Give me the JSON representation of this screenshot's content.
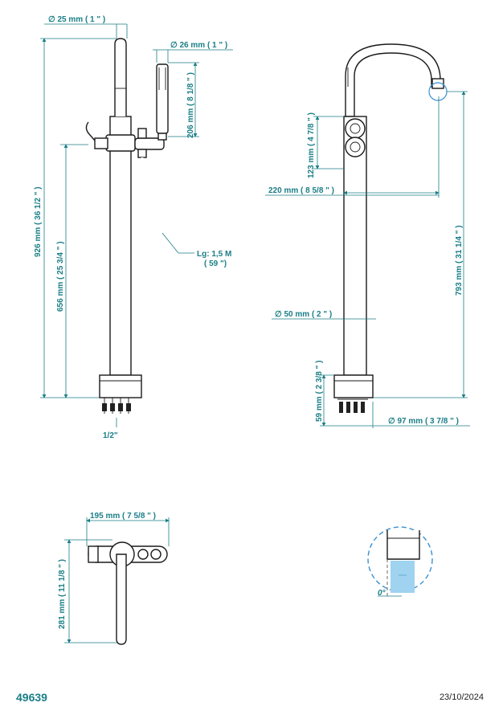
{
  "front_view": {
    "dia_top": "∅  25 mm  ( 1 \" )",
    "dia_shower": "∅  26 mm  ( 1 \" )",
    "height_total": "926 mm  ( 36 1/2 \" )",
    "height_spout": "656 mm  ( 25 3/4 \" )",
    "handshower_len": "206 mm  ( 8 1/8 \" )",
    "hose_len_1": "Lg: 1,5 M",
    "hose_len_2": "( 59 \")",
    "inlet": "1/2\""
  },
  "side_view": {
    "control_height": "123 mm  ( 4 7/8 \" )",
    "reach": "220 mm  ( 8 5/8 \" )",
    "spout_height": "793 mm  ( 31 1/4 \" )",
    "body_dia": "∅  50 mm  ( 2 \" )",
    "base_height": "59 mm  ( 2 3/8 \" )",
    "base_dia": "∅  97 mm  ( 3 7/8 \" )"
  },
  "top_view": {
    "width": "195 mm  ( 7 5/8 \" )",
    "depth": "281 mm  ( 11 1/8 \" )"
  },
  "detail": {
    "angle": "0°"
  },
  "footer": {
    "code": "49639",
    "date": "23/10/2024"
  },
  "colors": {
    "dimension": "#1a7e86",
    "outline": "#1a1a1a",
    "water": "#9fd3ef",
    "detail_circle": "#3a8fd0"
  }
}
